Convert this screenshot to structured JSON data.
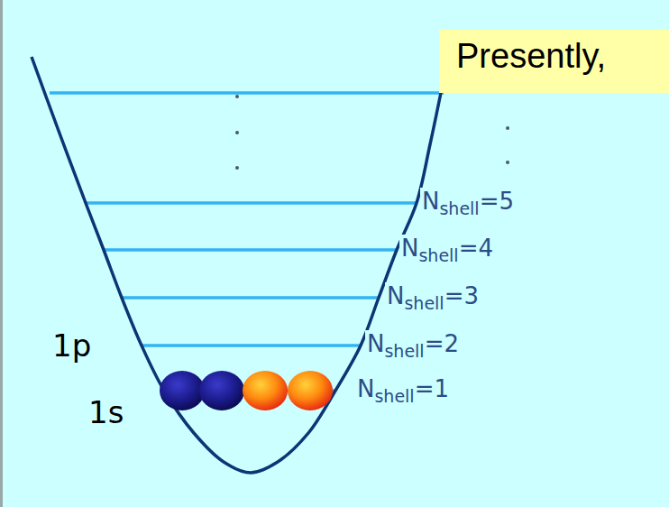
{
  "diagram": {
    "nodes": [
      {
        "text": [
          "Presently,"
        ]
      }
    ],
    "labels": [
      "N",
      "shell",
      "=5",
      "N",
      "shell",
      "=4",
      "N",
      "shell",
      "=3",
      "N",
      "shell",
      "=2",
      "N",
      "shell",
      "=1",
      "1p",
      "1s"
    ]
  }
}
